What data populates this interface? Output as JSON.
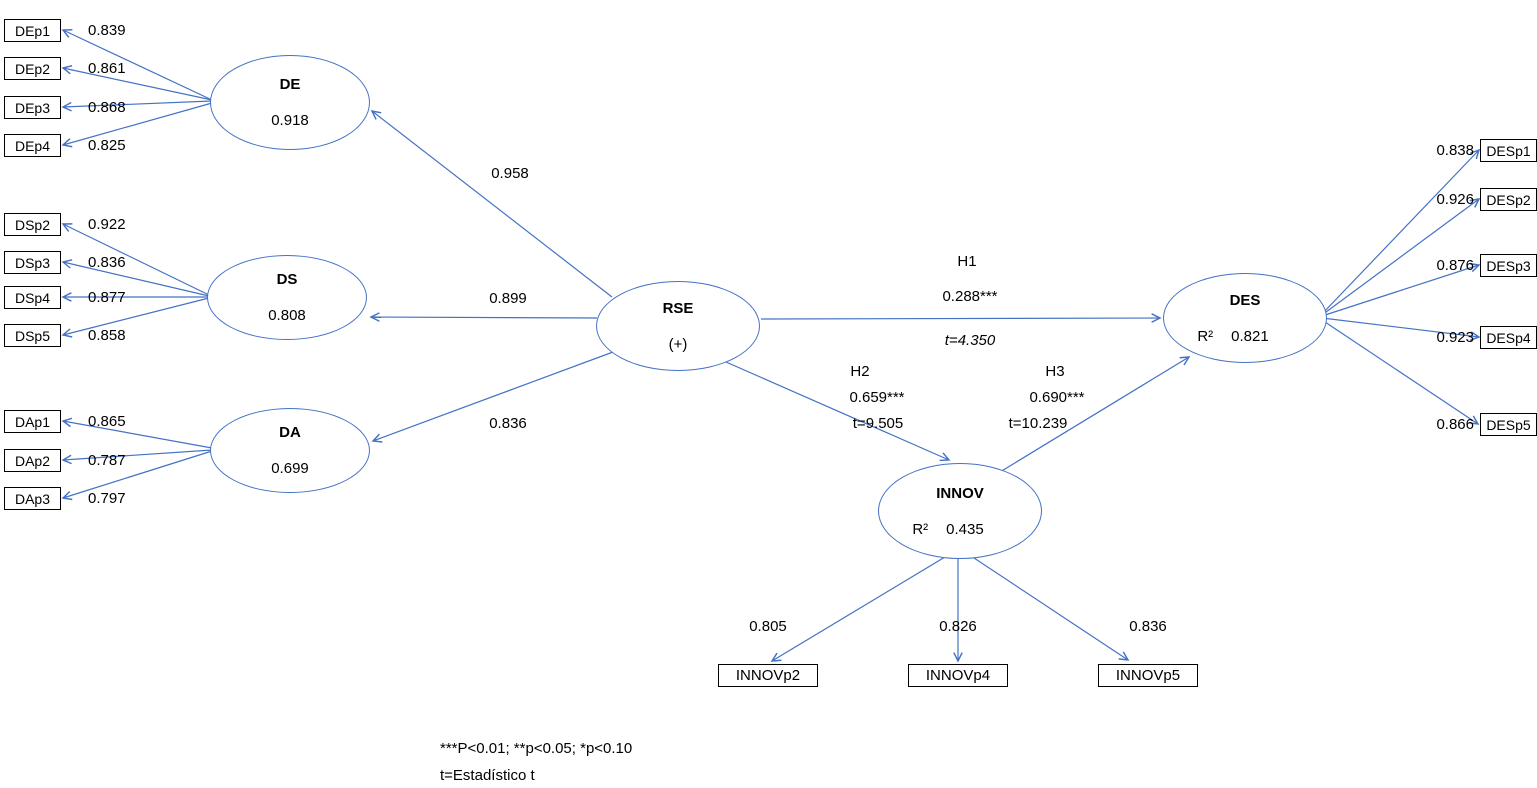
{
  "colors": {
    "line": "#4472C4",
    "box_border": "#000000",
    "text": "#000000"
  },
  "latents": {
    "de": {
      "label": "DE",
      "value": "0.918"
    },
    "ds": {
      "label": "DS",
      "value": "0.808"
    },
    "da": {
      "label": "DA",
      "value": "0.699"
    },
    "rse": {
      "label": "RSE",
      "value": "(+)"
    },
    "innov": {
      "label": "INNOV",
      "r2": "R²",
      "value": "0.435"
    },
    "des": {
      "label": "DES",
      "r2": "R²",
      "value": "0.821"
    }
  },
  "indicators": {
    "de": [
      {
        "label": "DEp1",
        "loading": "0.839"
      },
      {
        "label": "DEp2",
        "loading": "0.861"
      },
      {
        "label": "DEp3",
        "loading": "0.868"
      },
      {
        "label": "DEp4",
        "loading": "0.825"
      }
    ],
    "ds": [
      {
        "label": "DSp2",
        "loading": "0.922"
      },
      {
        "label": "DSp3",
        "loading": "0.836"
      },
      {
        "label": "DSp4",
        "loading": "0.877"
      },
      {
        "label": "DSp5",
        "loading": "0.858"
      }
    ],
    "da": [
      {
        "label": "DAp1",
        "loading": "0.865"
      },
      {
        "label": "DAp2",
        "loading": "0.787"
      },
      {
        "label": "DAp3",
        "loading": "0.797"
      }
    ],
    "des": [
      {
        "label": "DESp1",
        "loading": "0.838"
      },
      {
        "label": "DESp2",
        "loading": "0.926"
      },
      {
        "label": "DESp3",
        "loading": "0.876"
      },
      {
        "label": "DESp4",
        "loading": "0.923"
      },
      {
        "label": "DESp5",
        "loading": "0.866"
      }
    ],
    "innov": [
      {
        "label": "INNOVp2",
        "loading": "0.805"
      },
      {
        "label": "INNOVp4",
        "loading": "0.826"
      },
      {
        "label": "INNOVp5",
        "loading": "0.836"
      }
    ]
  },
  "paths": {
    "rse_de": {
      "value": "0.958"
    },
    "rse_ds": {
      "value": "0.899"
    },
    "rse_da": {
      "value": "0.836"
    },
    "h1": {
      "label": "H1",
      "value": "0.288***",
      "t": "t=4.350"
    },
    "h2": {
      "label": "H2",
      "value": "0.659***",
      "t": "t=9.505"
    },
    "h3": {
      "label": "H3",
      "value": "0.690***",
      "t": "t=10.239"
    }
  },
  "notes": {
    "line1": "***P<0.01; **p<0.05; *p<0.10",
    "line2": "t=Estadístico t"
  }
}
